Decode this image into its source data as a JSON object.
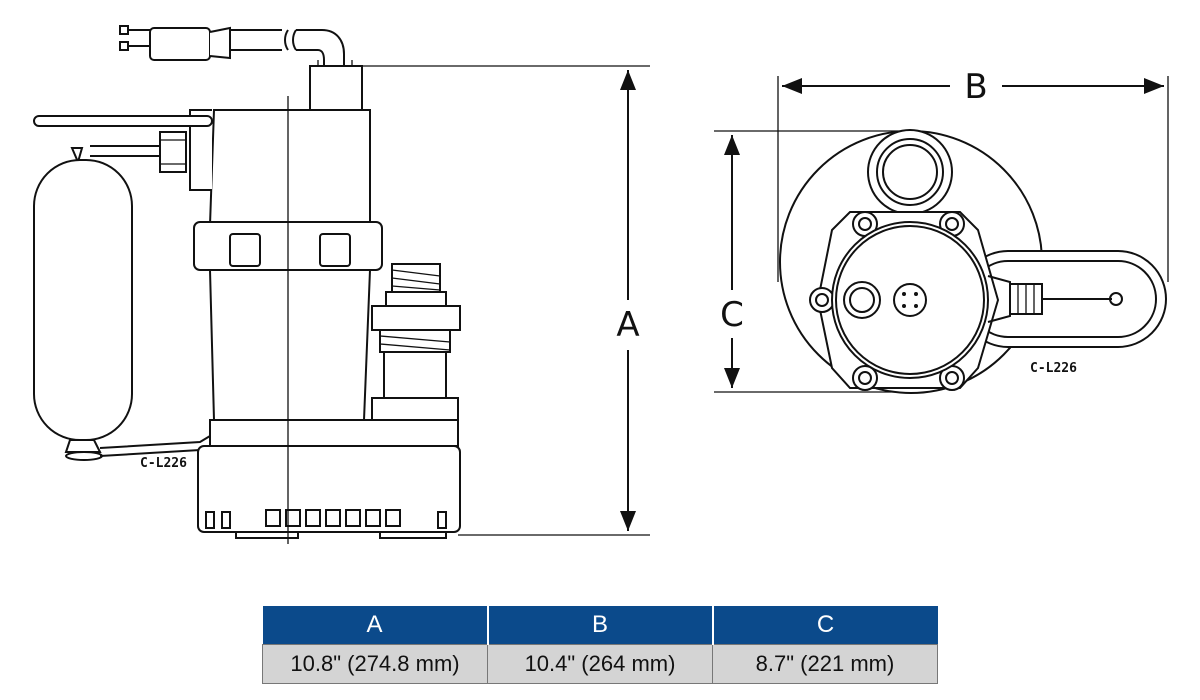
{
  "drawing": {
    "side_view_part_label": "C-L226",
    "top_view_part_label": "C-L226",
    "dimension_labels": {
      "a": "A",
      "b": "B",
      "c": "C"
    }
  },
  "dimensions_table": {
    "headers": [
      "A",
      "B",
      "C"
    ],
    "values": [
      "10.8\" (274.8 mm)",
      "10.4\" (264 mm)",
      "8.7\" (221 mm)"
    ]
  }
}
